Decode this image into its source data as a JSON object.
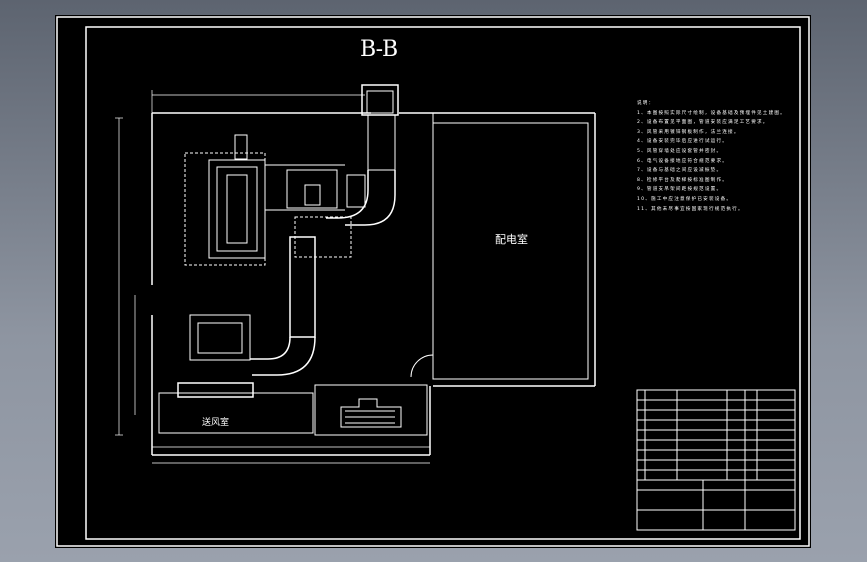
{
  "drawing": {
    "view_title": "B-B",
    "rooms": {
      "power_room": "配电室",
      "air_room": "送风室"
    },
    "notes": [
      "说明：",
      "1、本图按照实际尺寸绘制，设备基础及预埋件见土建图。",
      "2、设备布置见平面图，管道安装应满足工艺要求。",
      "3、风管采用镀锌钢板制作，法兰连接。",
      "4、设备安装完毕后应进行试运行。",
      "5、风管穿墙处应设套管并密封。",
      "6、电气设备接地应符合规范要求。",
      "7、设备与基础之间应设减振垫。",
      "8、检修平台及爬梯按标准图制作。",
      "9、管道支吊架间距按规范设置。",
      "10、施工中应注意保护已安装设备。",
      "11、其他未尽事宜按国家现行规范执行。"
    ]
  },
  "colors": {
    "frame": "#ffffff",
    "sheet": "#000000",
    "desktop": "#8e95a1"
  }
}
